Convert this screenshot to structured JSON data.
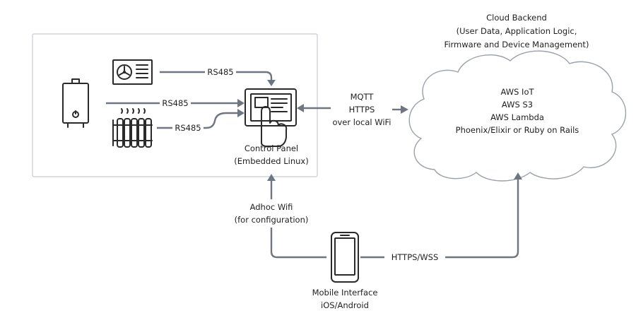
{
  "cloud": {
    "title_lines": [
      "Cloud Backend",
      "(User Data, Application Logic,",
      "Firmware and Device Management)"
    ],
    "services": [
      "AWS IoT",
      "AWS S3",
      "AWS Lambda",
      "Phoenix/Elixir or Ruby on Rails"
    ]
  },
  "links": {
    "ac": "RS485",
    "boiler": "RS485",
    "radiator": "RS485",
    "panel_cloud": [
      "MQTT",
      "HTTPS",
      "over local WiFi"
    ],
    "adhoc": [
      "Adhoc Wifi",
      "(for configuration)"
    ],
    "mobile_cloud": "HTTPS/WSS"
  },
  "control_panel": {
    "label_lines": [
      "Control Panel",
      "(Embedded Linux)"
    ]
  },
  "mobile": {
    "label_lines": [
      "Mobile Interface",
      "iOS/Android"
    ]
  },
  "icons": [
    "air-conditioner-icon",
    "boiler-icon",
    "radiator-icon",
    "control-panel-touch-icon",
    "smartphone-icon"
  ]
}
